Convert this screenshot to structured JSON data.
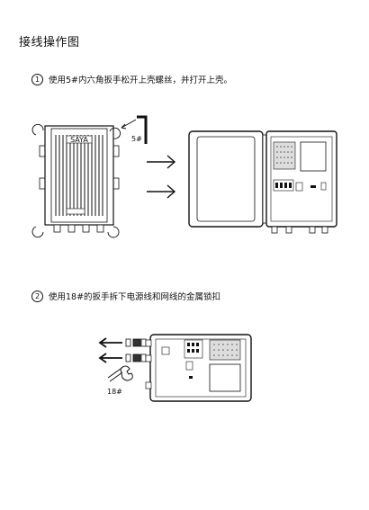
{
  "page": {
    "title": "接线操作图"
  },
  "steps": [
    {
      "number": "1",
      "text": "使用5#内六角扳手松开上壳螺丝，并打开上壳。"
    },
    {
      "number": "2",
      "text": "使用18#的扳手拆下电源线和网线的金属锁扣"
    }
  ],
  "figure1": {
    "tool_label": "5#",
    "brand_text": "SAYA"
  },
  "figure2": {
    "tool_label": "18#"
  }
}
